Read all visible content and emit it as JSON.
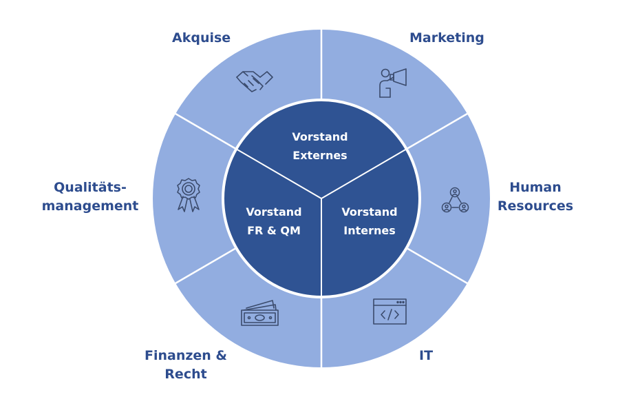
{
  "colors": {
    "outer_ring": "#92ade0",
    "inner_circle": "#2f5393",
    "label_text": "#2d4c8e",
    "center_text": "#ffffff",
    "divider": "#ffffff",
    "icon_stroke": "#3a4a6b"
  },
  "departments": [
    {
      "key": "akquise",
      "lines": [
        "Akquise",
        ""
      ],
      "icon": "handshake-icon"
    },
    {
      "key": "marketing",
      "lines": [
        "Marketing",
        ""
      ],
      "icon": "megaphone-person-icon"
    },
    {
      "key": "hr",
      "lines": [
        "Human",
        "Resources"
      ],
      "icon": "people-network-icon"
    },
    {
      "key": "it",
      "lines": [
        "IT",
        ""
      ],
      "icon": "code-window-icon"
    },
    {
      "key": "finanzen",
      "lines": [
        "Finanzen &",
        "Recht"
      ],
      "icon": "banknotes-icon"
    },
    {
      "key": "qm",
      "lines": [
        "Qualitäts-",
        "management"
      ],
      "icon": "award-ribbon-icon"
    }
  ],
  "boards": [
    {
      "key": "externes",
      "lines": [
        "Vorstand",
        "Externes"
      ]
    },
    {
      "key": "internes",
      "lines": [
        "Vorstand",
        "Internes"
      ]
    },
    {
      "key": "frqm",
      "lines": [
        "Vorstand",
        "FR & QM"
      ]
    }
  ]
}
